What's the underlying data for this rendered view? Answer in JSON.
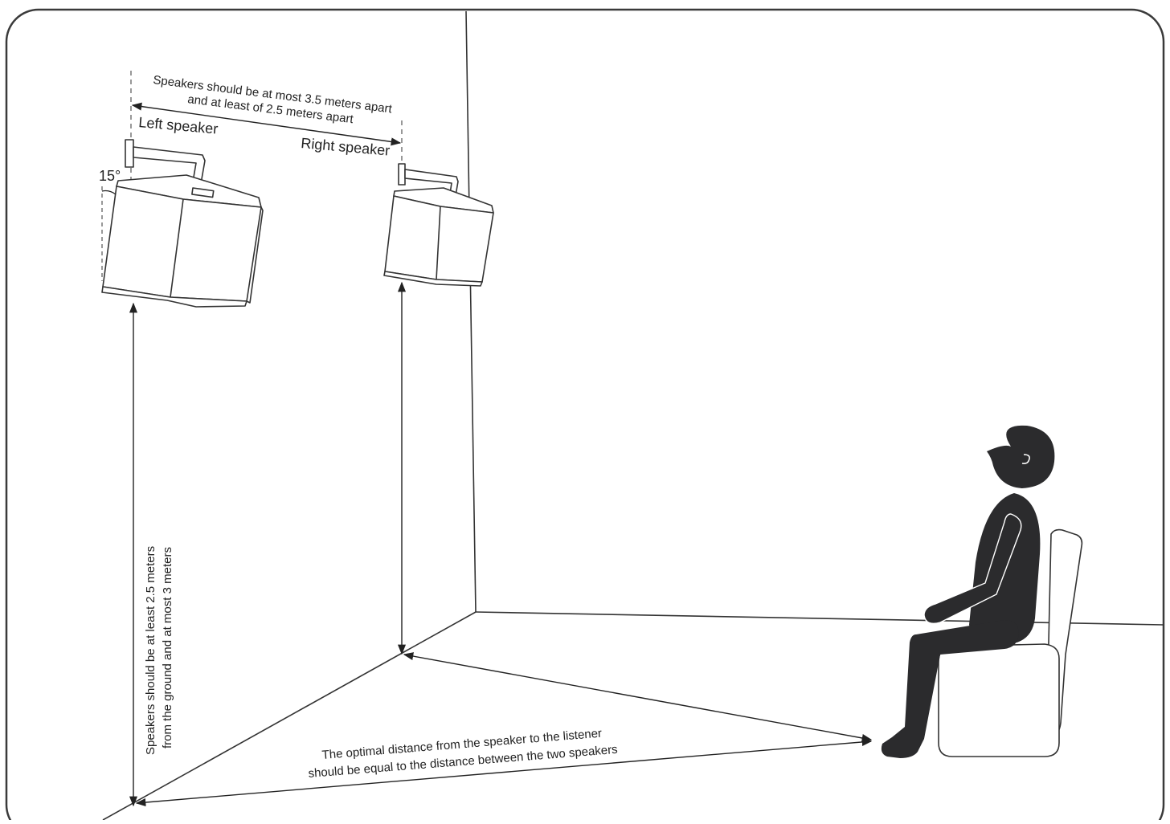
{
  "labels": {
    "speaker_spacing_line1": "Speakers should be at most 3.5 meters apart",
    "speaker_spacing_line2": "and at least of 2.5 meters apart",
    "left_speaker": "Left speaker",
    "right_speaker": "Right speaker",
    "tilt_angle": "15°",
    "height_line1": "Speakers should be at least 2.5 meters",
    "height_line2": "from the ground and at most 3 meters",
    "distance_line1": "The optimal distance from the speaker to the listener",
    "distance_line2": "should be equal to the distance between the two speakers"
  },
  "colors": {
    "ink": "#222222",
    "figure": "#2b2b2d",
    "frame": "#3a3a3a",
    "background": "#ffffff"
  }
}
